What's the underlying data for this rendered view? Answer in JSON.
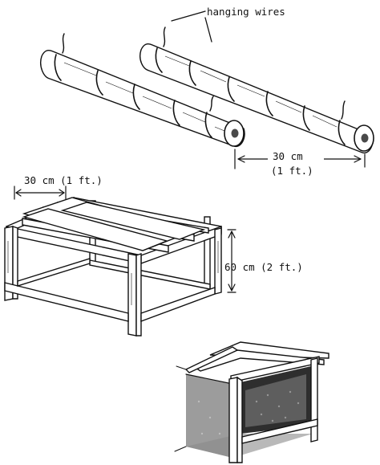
{
  "labels": {
    "hanging_wires": "hanging wires",
    "pole_spacing": "30 cm",
    "pole_spacing_imperial": "(1 ft.)",
    "slat_spacing": "30 cm (1 ft.)",
    "frame_height": "60 cm (2 ft.)"
  },
  "colors": {
    "ink": "#111111",
    "paper": "#ffffff",
    "shading": "#4a4a4a"
  }
}
